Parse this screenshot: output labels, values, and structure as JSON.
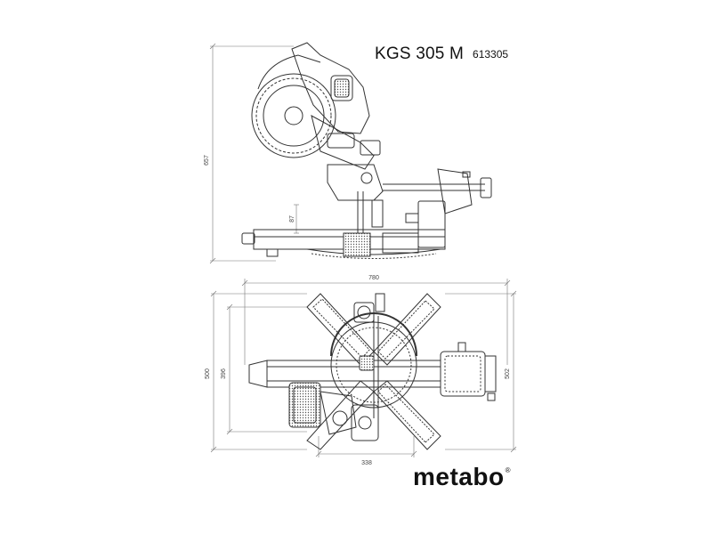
{
  "title": {
    "model": "KGS 305 M",
    "code": "613305"
  },
  "dimensions": {
    "side_height": "657",
    "side_small": "87",
    "top_width": "780",
    "top_left_outer": "500",
    "top_left_inner": "396",
    "top_right": "502",
    "top_bottom": "338"
  },
  "brand": {
    "name": "metabo",
    "mark": "®"
  },
  "colors": {
    "line": "#333333",
    "dim_line": "#777777",
    "fill_dark": "#555555"
  }
}
